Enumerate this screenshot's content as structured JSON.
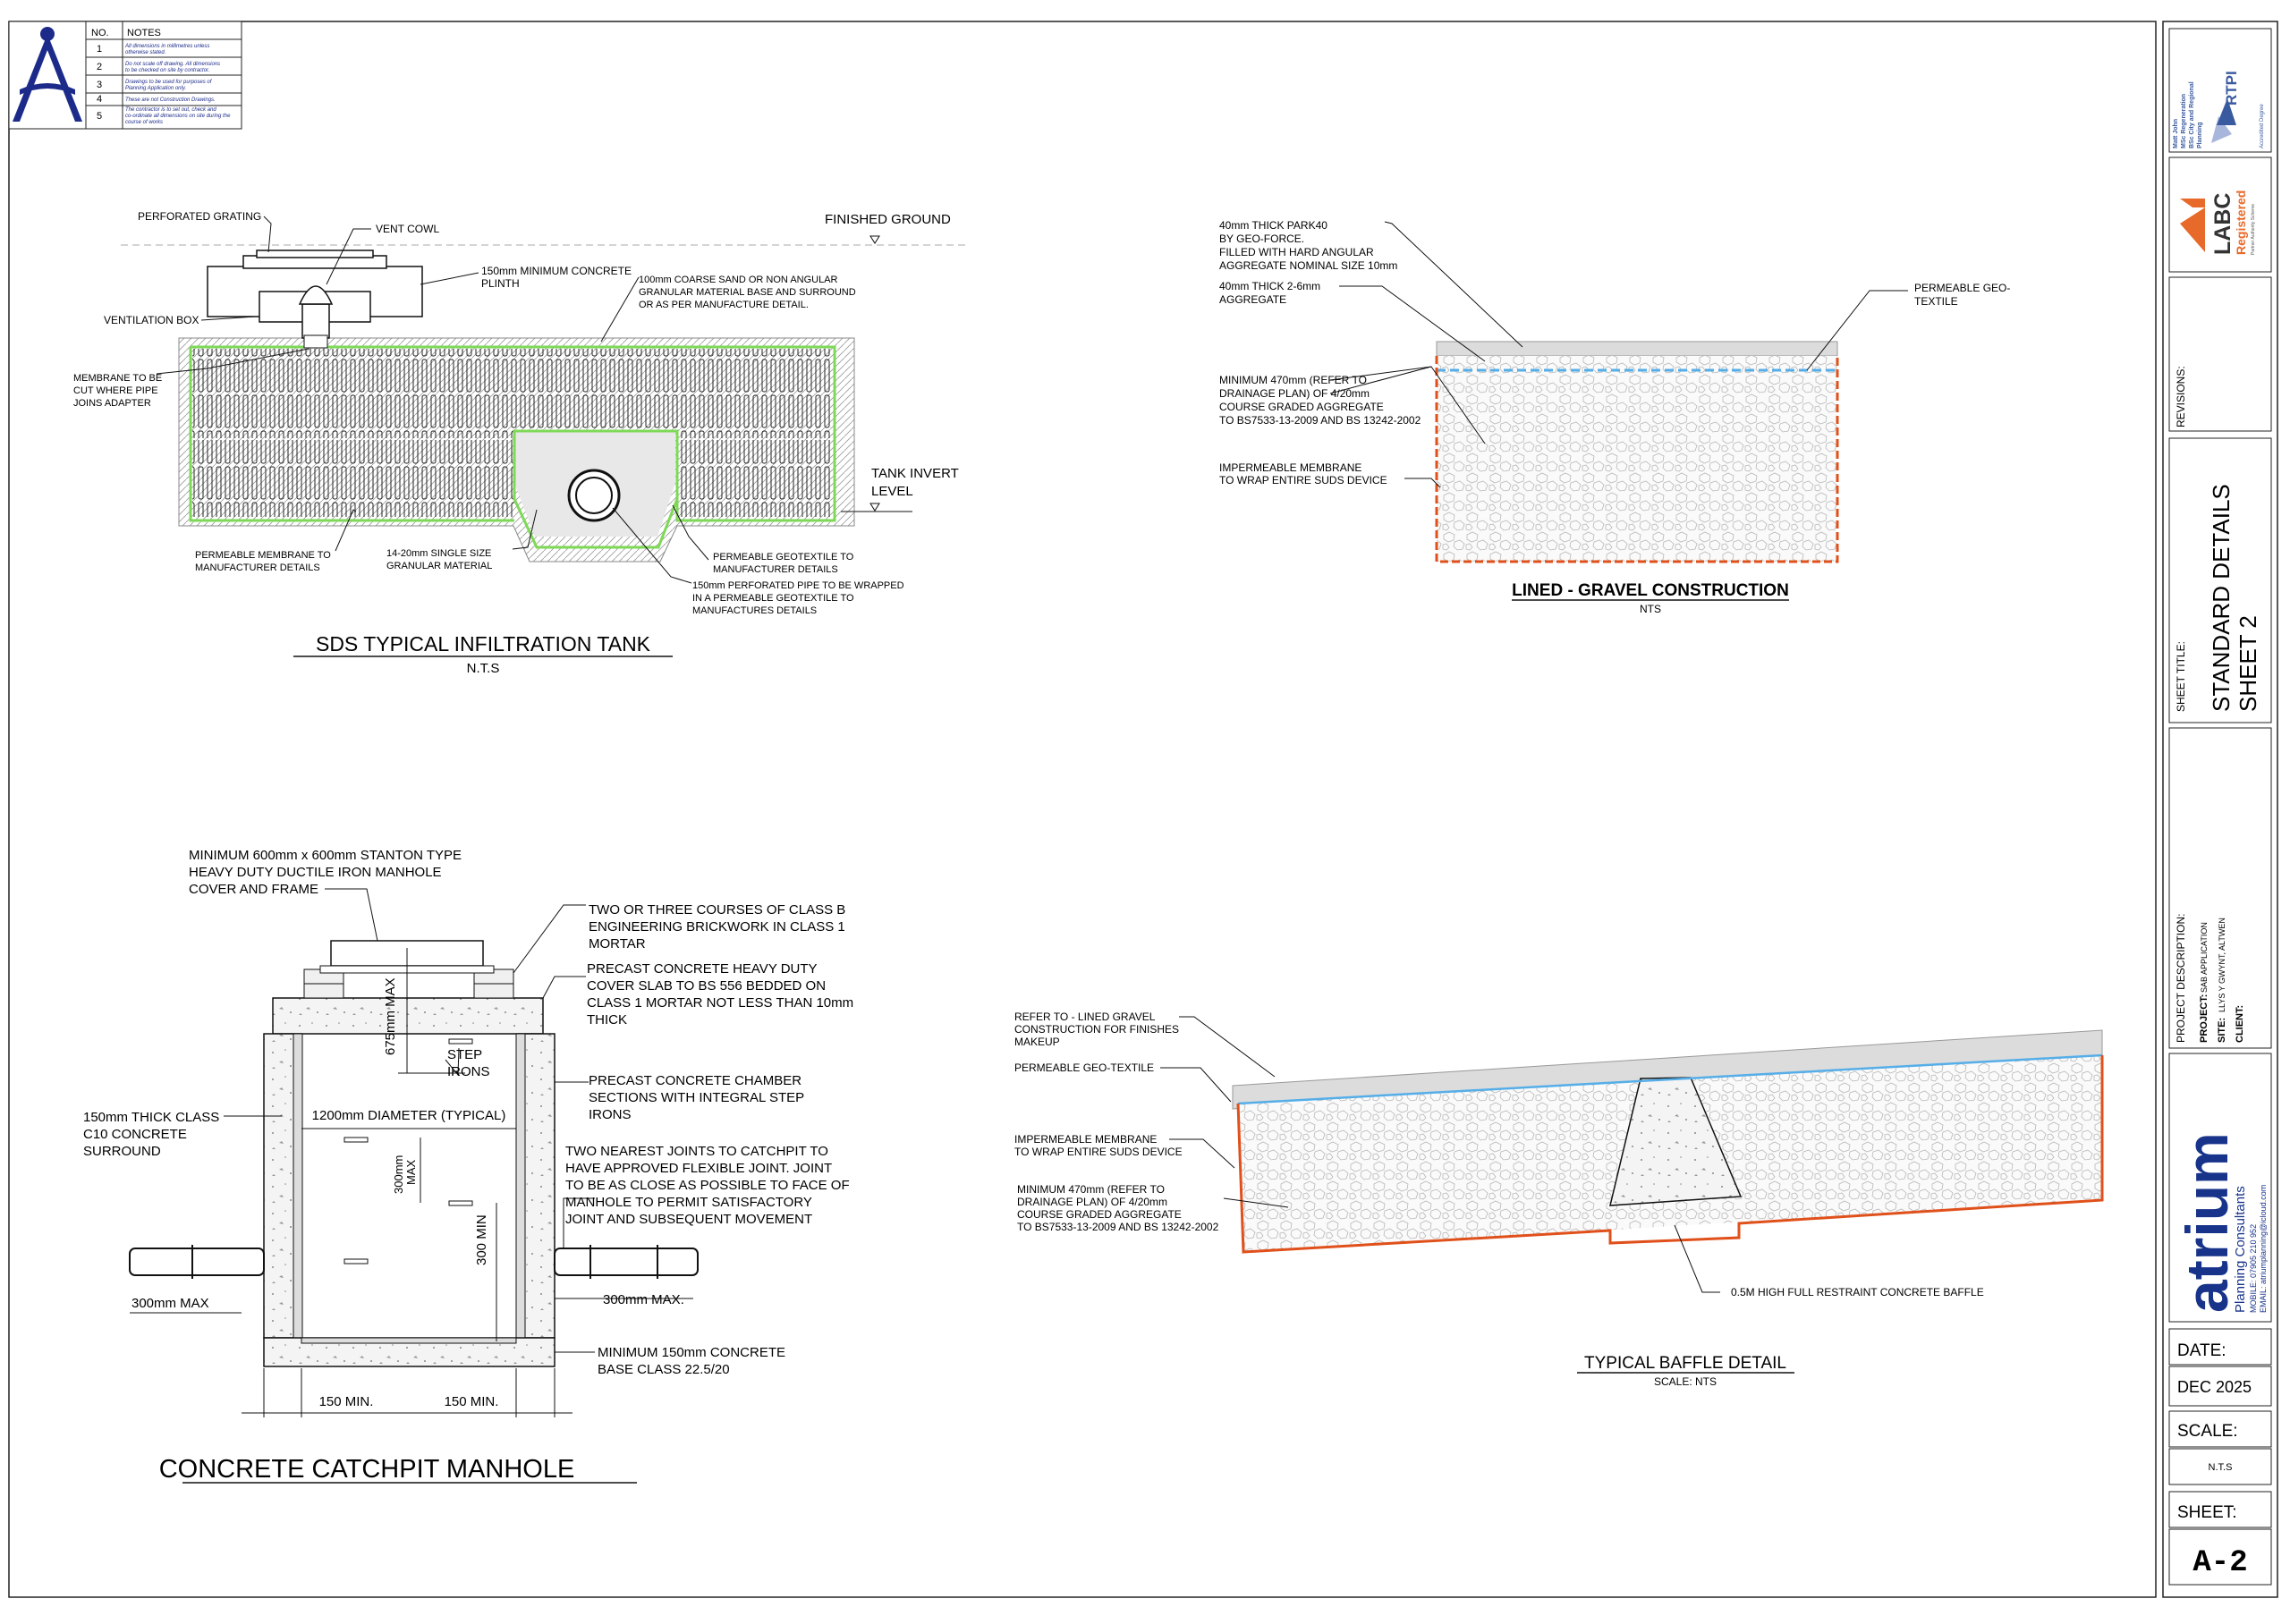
{
  "notes": {
    "header_no": "NO.",
    "header_notes": "NOTES",
    "items": [
      {
        "no": "1",
        "text": [
          "All dimensions in millimetres unless",
          "otherwise stated."
        ]
      },
      {
        "no": "2",
        "text": [
          "Do not scale off drawing. All dimensions",
          "to be checked on site by contractor."
        ]
      },
      {
        "no": "3",
        "text": [
          "Drawings to be used for purposes of",
          "Planning Application only."
        ]
      },
      {
        "no": "4",
        "text": [
          "These are not Construction Drawings."
        ]
      },
      {
        "no": "5",
        "text": [
          "The contractor is to set out, check and",
          "co-ordinate all dimensions on site during the",
          "course of works"
        ]
      }
    ]
  },
  "tank": {
    "title": "SDS TYPICAL INFILTRATION  TANK",
    "scale": "N.T.S",
    "finished_ground": "FINISHED GROUND",
    "tank_invert": [
      "TANK INVERT",
      "LEVEL"
    ],
    "labels": {
      "perforated_grating": "PERFORATED GRATING",
      "vent_cowl": "VENT COWL",
      "plinth": [
        "150mm MINIMUM CONCRETE",
        "PLINTH"
      ],
      "sand": [
        "100mm COARSE SAND OR NON ANGULAR",
        "GRANULAR MATERIAL BASE AND SURROUND",
        "OR AS PER MANUFACTURE DETAIL."
      ],
      "ventilation_box": "VENTILATION BOX",
      "membrane_cut": [
        "MEMBRANE TO BE",
        "CUT WHERE PIPE",
        "JOINS ADAPTER"
      ],
      "permeable_membrane": [
        "PERMEABLE MEMBRANE TO",
        "MANUFACTURER DETAILS"
      ],
      "granular": [
        "14-20mm SINGLE SIZE",
        "GRANULAR MATERIAL"
      ],
      "geotextile": [
        "PERMEABLE GEOTEXTILE TO",
        "MANUFACTURER DETAILS"
      ],
      "perforated_pipe": [
        "150mm PERFORATED PIPE TO BE WRAPPED",
        "IN A PERMEABLE GEOTEXTILE TO",
        "MANUFACTURES DETAILS"
      ]
    }
  },
  "gravel": {
    "title": "LINED - GRAVEL CONSTRUCTION",
    "scale": "NTS",
    "labels": {
      "park40": [
        "40mm THICK PARK40",
        "BY GEO-FORCE.",
        "FILLED WITH HARD ANGULAR",
        "AGGREGATE NOMINAL SIZE 10mm"
      ],
      "aggregate": [
        "40mm THICK 2-6mm",
        "AGGREGATE"
      ],
      "geotextile": [
        "PERMEABLE GEO-",
        "TEXTILE"
      ],
      "minimum": [
        "MINIMUM  470mm (REFER TO",
        "DRAINAGE PLAN) OF 4/20mm",
        "COURSE GRADED AGGREGATE",
        "TO BS7533-13-2009 AND BS 13242-2002"
      ],
      "membrane": [
        "IMPERMEABLE MEMBRANE",
        "TO WRAP ENTIRE SUDS DEVICE"
      ]
    }
  },
  "manhole": {
    "title": "CONCRETE CATCHPIT MANHOLE",
    "labels": {
      "cover": [
        "MINIMUM 600mm x 600mm STANTON TYPE",
        "HEAVY DUTY DUCTILE IRON MANHOLE",
        "COVER AND FRAME"
      ],
      "brickwork": [
        "TWO OR THREE COURSES OF CLASS B",
        "ENGINEERING BRICKWORK IN CLASS 1",
        "MORTAR"
      ],
      "slab": [
        "PRECAST CONCRETE HEAVY DUTY",
        "COVER SLAB TO BS 556 BEDDED ON",
        "CLASS 1 MORTAR NOT LESS THAN 10mm",
        "THICK"
      ],
      "step_irons": [
        "STEP",
        "IRONS"
      ],
      "chamber": [
        "PRECAST CONCRETE CHAMBER",
        "SECTIONS WITH INTEGRAL STEP",
        "IRONS"
      ],
      "surround": [
        "150mm THICK CLASS",
        "C10 CONCRETE",
        "SURROUND"
      ],
      "diameter": "1200mm DIAMETER (TYPICAL)",
      "joints": [
        "TWO NEAREST JOINTS TO CATCHPIT TO",
        "HAVE APPROVED FLEXIBLE JOINT. JOINT",
        "TO BE AS CLOSE AS POSSIBLE TO FACE OF",
        "MANHOLE TO PERMIT SATISFACTORY",
        "JOINT AND SUBSEQUENT MOVEMENT"
      ],
      "dim_675": "675mm MAX",
      "dim_300max_vert": [
        "300mm",
        "MAX"
      ],
      "dim_300min": "300 MIN",
      "dim_300max_left": "300mm MAX",
      "dim_300max_right": "300mm MAX.",
      "base": [
        "MINIMUM 150mm CONCRETE",
        "BASE CLASS 22.5/20"
      ],
      "min150_a": "150 MIN.",
      "min150_b": "150 MIN."
    }
  },
  "baffle": {
    "title": "TYPICAL BAFFLE DETAIL",
    "scale": "SCALE: NTS",
    "labels": {
      "refer": [
        "REFER TO - LINED GRAVEL",
        "CONSTRUCTION FOR FINISHES",
        "MAKEUP"
      ],
      "geotextile": "PERMEABLE GEO-TEXTILE",
      "membrane": [
        "IMPERMEABLE MEMBRANE",
        "TO WRAP ENTIRE SUDS DEVICE"
      ],
      "minimum": [
        "MINIMUM  470mm (REFER TO",
        "DRAINAGE PLAN) OF 4/20mm",
        "COURSE GRADED AGGREGATE",
        "TO BS7533-13-2009 AND BS 13242-2002"
      ],
      "baffle": "0.5M HIGH FULL RESTRAINT CONCRETE BAFFLE"
    }
  },
  "titleblock": {
    "rtpi_person": [
      "Matt John",
      "MSc Regeneration",
      "BSc City and Regional",
      "Planning"
    ],
    "rtpi": "RTPI",
    "rtpi_note": "Accredited Degree",
    "labc": "LABC",
    "labc_registered": "Registered",
    "labc_sub": "Partner Authority Scheme",
    "revisions": "REVISIONS:",
    "sheet_title_label": "SHEET TITLE:",
    "sheet_title": [
      "STANDARD DETAILS",
      "SHEET 2"
    ],
    "project_description": "PROJECT DESCRIPTION:",
    "project_label": "PROJECT:",
    "project_value": "SAB APPLICATION",
    "site_label": "SITE:",
    "site_value": "LLYS Y GWYNT, ALTWEN",
    "client_label": "CLIENT:",
    "client_value": "",
    "logo": "atrium",
    "logo_sub": "Planning Consultants",
    "mobile": "MOBILE: 07905 210 952",
    "email": "EMAIL: atriumplanning@icloud.com",
    "date_label": "DATE:",
    "date_value": "DEC 2025",
    "scale_label": "SCALE:",
    "scale_value": "N.T.S",
    "sheet_label": "SHEET:",
    "sheet_value": "A-2"
  },
  "colors": {
    "membrane_green": "#7ed957",
    "orange": "#e0501b",
    "blue": "#55aee8",
    "rtpi_blue": "#3a5aa0",
    "labc_orange": "#e86a2a",
    "atrium_blue": "#17338a",
    "logo_navy": "#1c2a8a"
  }
}
